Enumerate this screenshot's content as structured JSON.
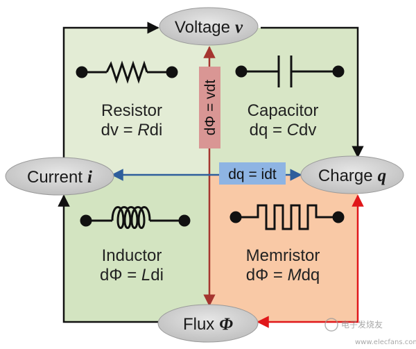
{
  "nodes": {
    "voltage": {
      "label": "Voltage",
      "symbol": "v"
    },
    "current": {
      "label": "Current",
      "symbol": "i"
    },
    "charge": {
      "label": "Charge",
      "symbol": "q"
    },
    "flux": {
      "label": "Flux",
      "symbol": "Φ"
    }
  },
  "quadrants": {
    "resistor": {
      "name": "Resistor",
      "eq": [
        "dv = ",
        "R",
        "di"
      ],
      "color": "#e3ecd5"
    },
    "capacitor": {
      "name": "Capacitor",
      "eq": [
        "dq = ",
        "C",
        "dv"
      ],
      "color": "#d8e6c6"
    },
    "inductor": {
      "name": "Inductor",
      "eq": [
        "dΦ = ",
        "L",
        "di"
      ],
      "color": "#d3e4c1"
    },
    "memristor": {
      "name": "Memristor",
      "eq": [
        "dΦ = ",
        "M",
        "dq"
      ],
      "color": "#f9c9a6"
    }
  },
  "relations": {
    "flux_voltage": {
      "text": "dΦ = vdt",
      "color": "#d99694"
    },
    "charge_current": {
      "text": "dq = idt",
      "color": "#8eb4e3"
    }
  },
  "colors": {
    "black_arrow": "#111111",
    "red_arrow": "#c0504d",
    "blue_arrow": "#2e5e9c",
    "bright_red": "#e0171a",
    "node_fill": "#d0d0d0"
  },
  "watermark": {
    "text": "电子发烧友",
    "url": "www.elecfans.com"
  }
}
